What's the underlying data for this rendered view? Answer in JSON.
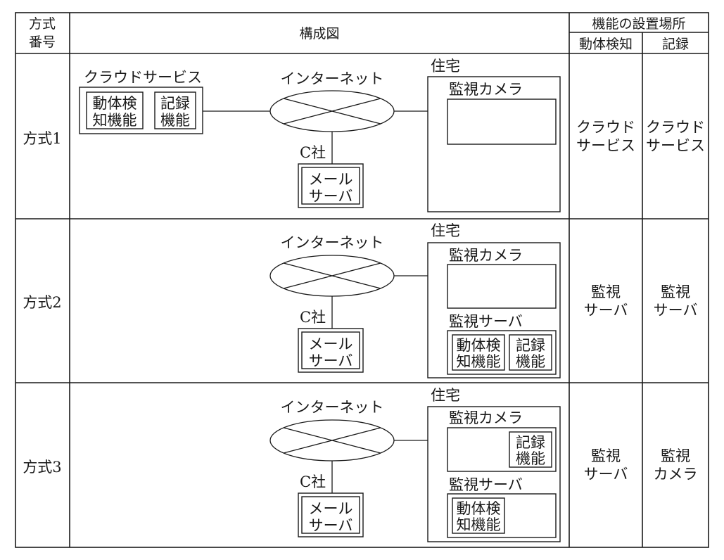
{
  "header": {
    "method_no": [
      "方式",
      "番号"
    ],
    "config_diagram": "構成図",
    "placement": "機能の設置場所",
    "motion_detection": "動体検知",
    "recording": "記録"
  },
  "labels": {
    "cloud_service": "クラウドサービス",
    "internet": "インターネット",
    "house": "住宅",
    "camera": "監視カメラ",
    "monitor_server": "監視サーバ",
    "company_c": "C社",
    "mail_server": [
      "メール",
      "サーバ"
    ],
    "motion_func": [
      "動体検",
      "知機能"
    ],
    "record_func": [
      "記録",
      "機能"
    ]
  },
  "rows": [
    {
      "method": "方式1",
      "motion": [
        "クラウド",
        "サービス"
      ],
      "record": [
        "クラウド",
        "サービス"
      ]
    },
    {
      "method": "方式2",
      "motion": [
        "監視",
        "サーバ"
      ],
      "record": [
        "監視",
        "サーバ"
      ]
    },
    {
      "method": "方式3",
      "motion": [
        "監視",
        "サーバ"
      ],
      "record": [
        "監視",
        "カメラ"
      ]
    }
  ]
}
